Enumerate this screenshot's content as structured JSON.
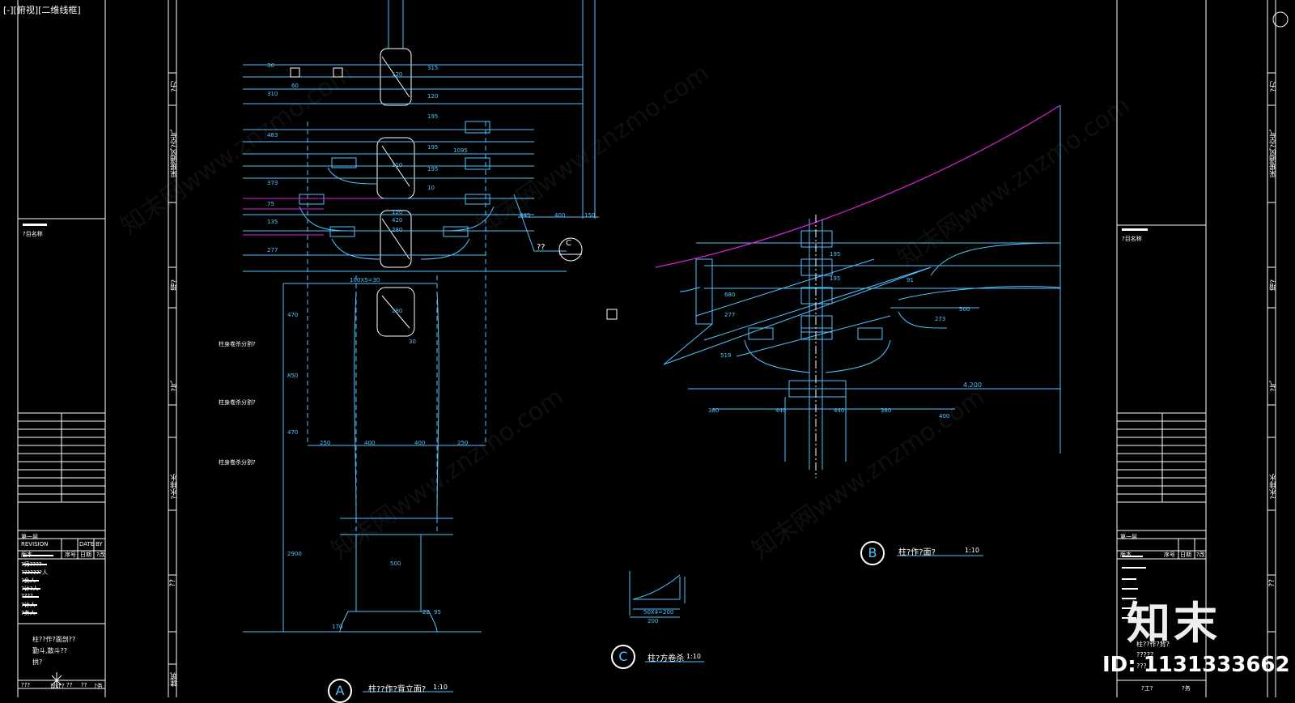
{
  "viewport_label": "[-][俯视][二维线框]",
  "left_sheet": {
    "vertical_labels": [
      "?力",
      "采暖通风?空气",
      "暗?",
      "?气",
      "?水排水",
      "??",
      "建筑"
    ],
    "project_label": "?目名称",
    "stage": "第一层",
    "revision_headers": [
      "REVISION",
      "DATE",
      "BY"
    ],
    "revision_row": [
      "版本",
      "序号",
      "日期",
      "?改"
    ],
    "person_labels": [
      "?师????",
      "???????人",
      "?负人",
      "?计?人",
      "????",
      "?计人",
      "?务人"
    ],
    "notes": [
      "柱??作?面剖??",
      "勤斗,散斗??",
      "拱?"
    ],
    "footer": [
      "???",
      "设计?",
      "??",
      "??",
      "?务"
    ]
  },
  "right_sheet": {
    "vertical_labels": [
      "?力",
      "采暖通风?空气",
      "暗?",
      "?气",
      "?水排水",
      "??",
      "建筑"
    ],
    "project_label": "?目名称",
    "stage": "第一层",
    "revision_row": [
      "版本",
      "序号",
      "日期",
      "?改"
    ],
    "notes": [
      "柱??作?背?",
      "?????",
      "???"
    ],
    "footer": [
      "?工?",
      "?务"
    ]
  },
  "drawings": {
    "A": {
      "symbol": "A",
      "title": "柱??作?背立面?",
      "scale": "1:10",
      "annotations": [
        "柱身卷杀分割?",
        "柱身卷杀分割?",
        "柱身卷杀分割?"
      ],
      "callout": "??",
      "callout_symbol": "C"
    },
    "B": {
      "symbol": "B",
      "title": "柱?作?面?",
      "scale": "1:10",
      "level": "4.200"
    },
    "C": {
      "symbol": "C",
      "title": "柱?方卷杀",
      "scale": "1:10",
      "dims": [
        "50X4=200",
        "200"
      ]
    }
  },
  "dimensions_A": [
    "30",
    "60",
    "310",
    "483",
    "373",
    "75",
    "135",
    "277",
    "315",
    "120",
    "195",
    "195",
    "195",
    "10",
    "120",
    "120",
    "420",
    "1095",
    "445",
    "400",
    "150",
    "470",
    "850",
    "470",
    "250",
    "400",
    "400",
    "250",
    "2900",
    "500",
    "22",
    "95",
    "170",
    "30",
    "280",
    "280",
    "110",
    "100X5=30"
  ],
  "dimensions_B": [
    "380",
    "440",
    "440",
    "380",
    "519",
    "680",
    "277",
    "273",
    "195",
    "195",
    "500",
    "91",
    "400",
    "4.200"
  ],
  "watermarks": [
    "知末网www.znzmo.com"
  ],
  "brand": {
    "logo": "知末",
    "id_text": "ID: 1131333662"
  },
  "colors": {
    "background": "#000000",
    "cyan": "#4fc3ff",
    "blue": "#2f8cff",
    "magenta": "#e020e0",
    "white": "#ffffff"
  }
}
